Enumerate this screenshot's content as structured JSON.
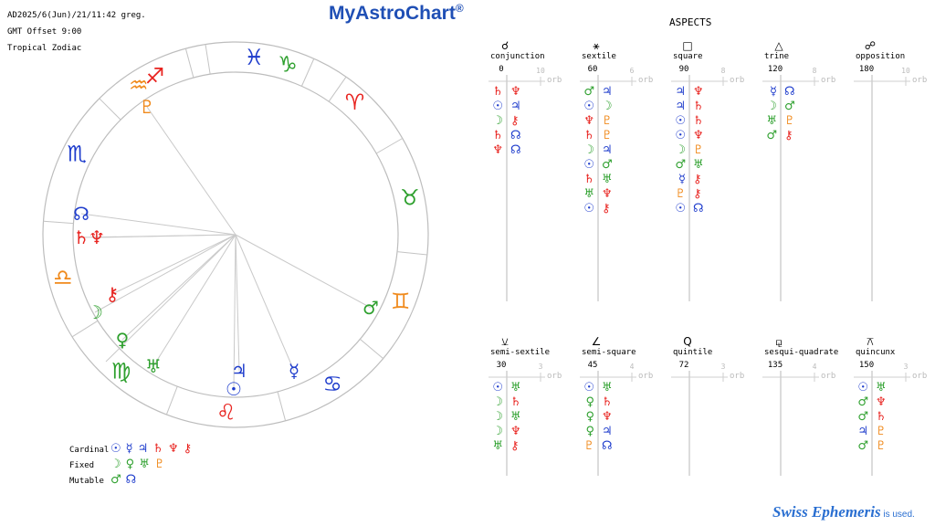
{
  "header": {
    "datetime": "AD2025/6(Jun)/21/11:42 greg.",
    "gmt_offset": "GMT Offset 9:00",
    "zodiac": "Tropical Zodiac"
  },
  "brand": "MyAstroChart",
  "brand_mark": "®",
  "aspects_title": "ASPECTS",
  "orb_label": "orb",
  "zodiac_signs": [
    {
      "name": "capricorn",
      "glyph": "♑",
      "color": "#2ea02e"
    },
    {
      "name": "sagittarius",
      "glyph": "♐",
      "color": "#e8231f"
    },
    {
      "name": "scorpio",
      "glyph": "♏",
      "color": "#1e3ccc"
    },
    {
      "name": "libra",
      "glyph": "♎",
      "color": "#f08a1c"
    },
    {
      "name": "virgo",
      "glyph": "♍",
      "color": "#2ea02e"
    },
    {
      "name": "leo",
      "glyph": "♌",
      "color": "#e8231f"
    },
    {
      "name": "cancer",
      "glyph": "♋",
      "color": "#1e3ccc"
    },
    {
      "name": "gemini",
      "glyph": "♊",
      "color": "#f08a1c"
    },
    {
      "name": "taurus",
      "glyph": "♉",
      "color": "#2ea02e"
    },
    {
      "name": "aries",
      "glyph": "♈",
      "color": "#e8231f"
    },
    {
      "name": "pisces",
      "glyph": "♓",
      "color": "#1e3ccc"
    },
    {
      "name": "aquarius",
      "glyph": "♒",
      "color": "#f08a1c"
    }
  ],
  "planets_in_chart": [
    {
      "name": "pluto",
      "glyph": "♇",
      "color": "#f08a1c"
    },
    {
      "name": "node",
      "glyph": "☊",
      "color": "#1e3ccc"
    },
    {
      "name": "saturn",
      "glyph": "♄",
      "color": "#e8231f"
    },
    {
      "name": "neptune",
      "glyph": "♆",
      "color": "#e8231f"
    },
    {
      "name": "chiron",
      "glyph": "⚷",
      "color": "#e8231f"
    },
    {
      "name": "moon",
      "glyph": "☽",
      "color": "#2ea02e"
    },
    {
      "name": "venus",
      "glyph": "♀",
      "color": "#2ea02e"
    },
    {
      "name": "uranus",
      "glyph": "♅",
      "color": "#2ea02e"
    },
    {
      "name": "sun",
      "glyph": "☉",
      "color": "#1e3ccc"
    },
    {
      "name": "jupiter",
      "glyph": "♃",
      "color": "#1e3ccc"
    },
    {
      "name": "mercury",
      "glyph": "☿",
      "color": "#1e3ccc"
    },
    {
      "name": "mars",
      "glyph": "♂",
      "color": "#2ea02e"
    }
  ],
  "legend": [
    {
      "label": "Cardinal",
      "glyphs": [
        {
          "g": "☉",
          "c": "#1e3ccc"
        },
        {
          "g": "☿",
          "c": "#1e3ccc"
        },
        {
          "g": "♃",
          "c": "#1e3ccc"
        },
        {
          "g": "♄",
          "c": "#e8231f"
        },
        {
          "g": "♆",
          "c": "#e8231f"
        },
        {
          "g": "⚷",
          "c": "#e8231f"
        }
      ]
    },
    {
      "label": "Fixed",
      "glyphs": [
        {
          "g": "☽",
          "c": "#2ea02e"
        },
        {
          "g": "♀",
          "c": "#2ea02e"
        },
        {
          "g": "♅",
          "c": "#2ea02e"
        },
        {
          "g": "♇",
          "c": "#f08a1c"
        }
      ]
    },
    {
      "label": "Mutable",
      "glyphs": [
        {
          "g": "♂",
          "c": "#2ea02e"
        },
        {
          "g": "☊",
          "c": "#1e3ccc"
        }
      ]
    }
  ],
  "aspects": [
    {
      "symbol": "☌",
      "name": "conjunction",
      "angle": "0",
      "orb": "10",
      "pairs": [
        {
          "a": {
            "g": "♄",
            "c": "#e8231f"
          },
          "b": {
            "g": "♆",
            "c": "#e8231f"
          }
        },
        {
          "a": {
            "g": "☉",
            "c": "#1e3ccc"
          },
          "b": {
            "g": "♃",
            "c": "#1e3ccc"
          }
        },
        {
          "a": {
            "g": "☽",
            "c": "#2ea02e"
          },
          "b": {
            "g": "⚷",
            "c": "#e8231f"
          }
        },
        {
          "a": {
            "g": "♄",
            "c": "#e8231f"
          },
          "b": {
            "g": "☊",
            "c": "#1e3ccc"
          }
        },
        {
          "a": {
            "g": "♆",
            "c": "#e8231f"
          },
          "b": {
            "g": "☊",
            "c": "#1e3ccc"
          }
        }
      ]
    },
    {
      "symbol": "⚹",
      "name": "sextile",
      "angle": "60",
      "orb": "6",
      "pairs": [
        {
          "a": {
            "g": "♂",
            "c": "#2ea02e"
          },
          "b": {
            "g": "♃",
            "c": "#1e3ccc"
          }
        },
        {
          "a": {
            "g": "☉",
            "c": "#1e3ccc"
          },
          "b": {
            "g": "☽",
            "c": "#2ea02e"
          }
        },
        {
          "a": {
            "g": "♆",
            "c": "#e8231f"
          },
          "b": {
            "g": "♇",
            "c": "#f08a1c"
          }
        },
        {
          "a": {
            "g": "♄",
            "c": "#e8231f"
          },
          "b": {
            "g": "♇",
            "c": "#f08a1c"
          }
        },
        {
          "a": {
            "g": "☽",
            "c": "#2ea02e"
          },
          "b": {
            "g": "♃",
            "c": "#1e3ccc"
          }
        },
        {
          "a": {
            "g": "☉",
            "c": "#1e3ccc"
          },
          "b": {
            "g": "♂",
            "c": "#2ea02e"
          }
        },
        {
          "a": {
            "g": "♄",
            "c": "#e8231f"
          },
          "b": {
            "g": "♅",
            "c": "#2ea02e"
          }
        },
        {
          "a": {
            "g": "♅",
            "c": "#2ea02e"
          },
          "b": {
            "g": "♆",
            "c": "#e8231f"
          }
        },
        {
          "a": {
            "g": "☉",
            "c": "#1e3ccc"
          },
          "b": {
            "g": "⚷",
            "c": "#e8231f"
          }
        }
      ]
    },
    {
      "symbol": "□",
      "name": "square",
      "angle": "90",
      "orb": "8",
      "pairs": [
        {
          "a": {
            "g": "♃",
            "c": "#1e3ccc"
          },
          "b": {
            "g": "♆",
            "c": "#e8231f"
          }
        },
        {
          "a": {
            "g": "♃",
            "c": "#1e3ccc"
          },
          "b": {
            "g": "♄",
            "c": "#e8231f"
          }
        },
        {
          "a": {
            "g": "☉",
            "c": "#1e3ccc"
          },
          "b": {
            "g": "♄",
            "c": "#e8231f"
          }
        },
        {
          "a": {
            "g": "☉",
            "c": "#1e3ccc"
          },
          "b": {
            "g": "♆",
            "c": "#e8231f"
          }
        },
        {
          "a": {
            "g": "☽",
            "c": "#2ea02e"
          },
          "b": {
            "g": "♇",
            "c": "#f08a1c"
          }
        },
        {
          "a": {
            "g": "♂",
            "c": "#2ea02e"
          },
          "b": {
            "g": "♅",
            "c": "#2ea02e"
          }
        },
        {
          "a": {
            "g": "☿",
            "c": "#1e3ccc"
          },
          "b": {
            "g": "⚷",
            "c": "#e8231f"
          }
        },
        {
          "a": {
            "g": "♇",
            "c": "#f08a1c"
          },
          "b": {
            "g": "⚷",
            "c": "#e8231f"
          }
        },
        {
          "a": {
            "g": "☉",
            "c": "#1e3ccc"
          },
          "b": {
            "g": "☊",
            "c": "#1e3ccc"
          }
        }
      ]
    },
    {
      "symbol": "△",
      "name": "trine",
      "angle": "120",
      "orb": "8",
      "pairs": [
        {
          "a": {
            "g": "☿",
            "c": "#1e3ccc"
          },
          "b": {
            "g": "☊",
            "c": "#1e3ccc"
          }
        },
        {
          "a": {
            "g": "☽",
            "c": "#2ea02e"
          },
          "b": {
            "g": "♂",
            "c": "#2ea02e"
          }
        },
        {
          "a": {
            "g": "♅",
            "c": "#2ea02e"
          },
          "b": {
            "g": "♇",
            "c": "#f08a1c"
          }
        },
        {
          "a": {
            "g": "♂",
            "c": "#2ea02e"
          },
          "b": {
            "g": "⚷",
            "c": "#e8231f"
          }
        }
      ]
    },
    {
      "symbol": "☍",
      "name": "opposition",
      "angle": "180",
      "orb": "10",
      "pairs": []
    },
    {
      "symbol": "⚺",
      "name": "semi-sextile",
      "angle": "30",
      "orb": "3",
      "pairs": [
        {
          "a": {
            "g": "☉",
            "c": "#1e3ccc"
          },
          "b": {
            "g": "♅",
            "c": "#2ea02e"
          }
        },
        {
          "a": {
            "g": "☽",
            "c": "#2ea02e"
          },
          "b": {
            "g": "♄",
            "c": "#e8231f"
          }
        },
        {
          "a": {
            "g": "☽",
            "c": "#2ea02e"
          },
          "b": {
            "g": "♅",
            "c": "#2ea02e"
          }
        },
        {
          "a": {
            "g": "☽",
            "c": "#2ea02e"
          },
          "b": {
            "g": "♆",
            "c": "#e8231f"
          }
        },
        {
          "a": {
            "g": "♅",
            "c": "#2ea02e"
          },
          "b": {
            "g": "⚷",
            "c": "#e8231f"
          }
        }
      ]
    },
    {
      "symbol": "∠",
      "name": "semi-square",
      "angle": "45",
      "orb": "4",
      "pairs": [
        {
          "a": {
            "g": "☉",
            "c": "#1e3ccc"
          },
          "b": {
            "g": "♅",
            "c": "#2ea02e"
          }
        },
        {
          "a": {
            "g": "♀",
            "c": "#2ea02e"
          },
          "b": {
            "g": "♄",
            "c": "#e8231f"
          }
        },
        {
          "a": {
            "g": "♀",
            "c": "#2ea02e"
          },
          "b": {
            "g": "♆",
            "c": "#e8231f"
          }
        },
        {
          "a": {
            "g": "♀",
            "c": "#2ea02e"
          },
          "b": {
            "g": "♃",
            "c": "#1e3ccc"
          }
        },
        {
          "a": {
            "g": "♇",
            "c": "#f08a1c"
          },
          "b": {
            "g": "☊",
            "c": "#1e3ccc"
          }
        }
      ]
    },
    {
      "symbol": "Q",
      "name": "quintile",
      "angle": "72",
      "orb": "3",
      "pairs": []
    },
    {
      "symbol": "⚼",
      "name": "sesqui-quadrate",
      "angle": "135",
      "orb": "4",
      "pairs": []
    },
    {
      "symbol": "⚻",
      "name": "quincunx",
      "angle": "150",
      "orb": "3",
      "pairs": [
        {
          "a": {
            "g": "☉",
            "c": "#1e3ccc"
          },
          "b": {
            "g": "♅",
            "c": "#2ea02e"
          }
        },
        {
          "a": {
            "g": "♂",
            "c": "#2ea02e"
          },
          "b": {
            "g": "♆",
            "c": "#e8231f"
          }
        },
        {
          "a": {
            "g": "♂",
            "c": "#2ea02e"
          },
          "b": {
            "g": "♄",
            "c": "#e8231f"
          }
        },
        {
          "a": {
            "g": "♃",
            "c": "#1e3ccc"
          },
          "b": {
            "g": "♇",
            "c": "#f08a1c"
          }
        },
        {
          "a": {
            "g": "♂",
            "c": "#2ea02e"
          },
          "b": {
            "g": "♇",
            "c": "#f08a1c"
          }
        }
      ]
    }
  ],
  "footer": {
    "brand": "Swiss Ephemeris",
    "suffix": " is used."
  }
}
